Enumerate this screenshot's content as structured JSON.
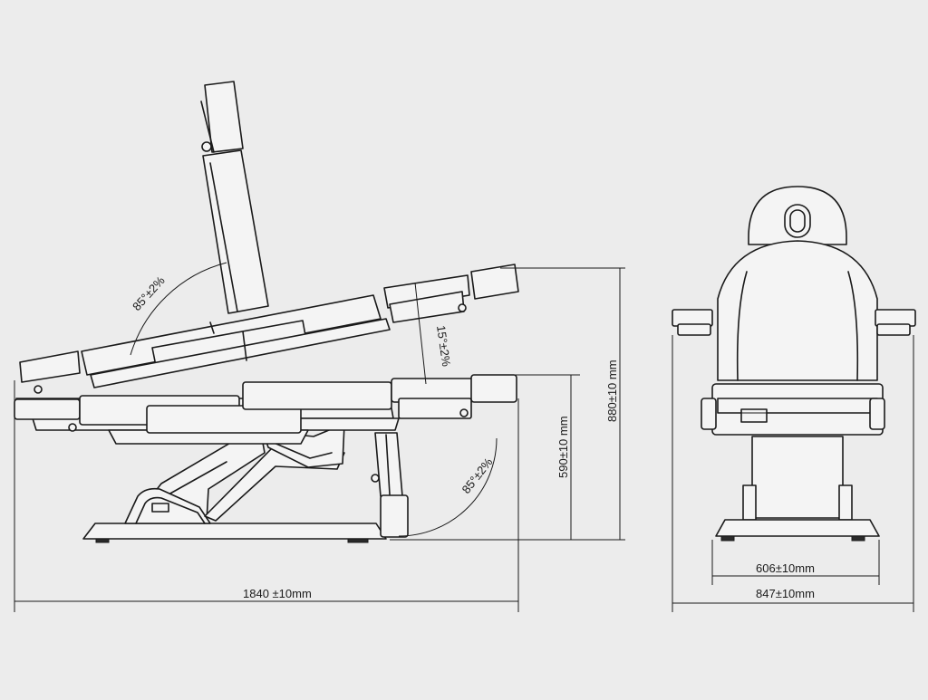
{
  "diagram": {
    "side_view": {
      "length_label": "1840 ±10mm",
      "seat_height_label": "590±10 mm",
      "total_height_label": "880±10 mm",
      "backrest_angle_label": "85°±2%",
      "leg_angle_label": "85°±2%",
      "tilt_angle_label": "15°±2%"
    },
    "front_view": {
      "inner_width_label": "606±10mm",
      "outer_width_label": "847±10mm"
    }
  },
  "colors": {
    "background": "#ececec",
    "line": "#1a1a1a"
  }
}
